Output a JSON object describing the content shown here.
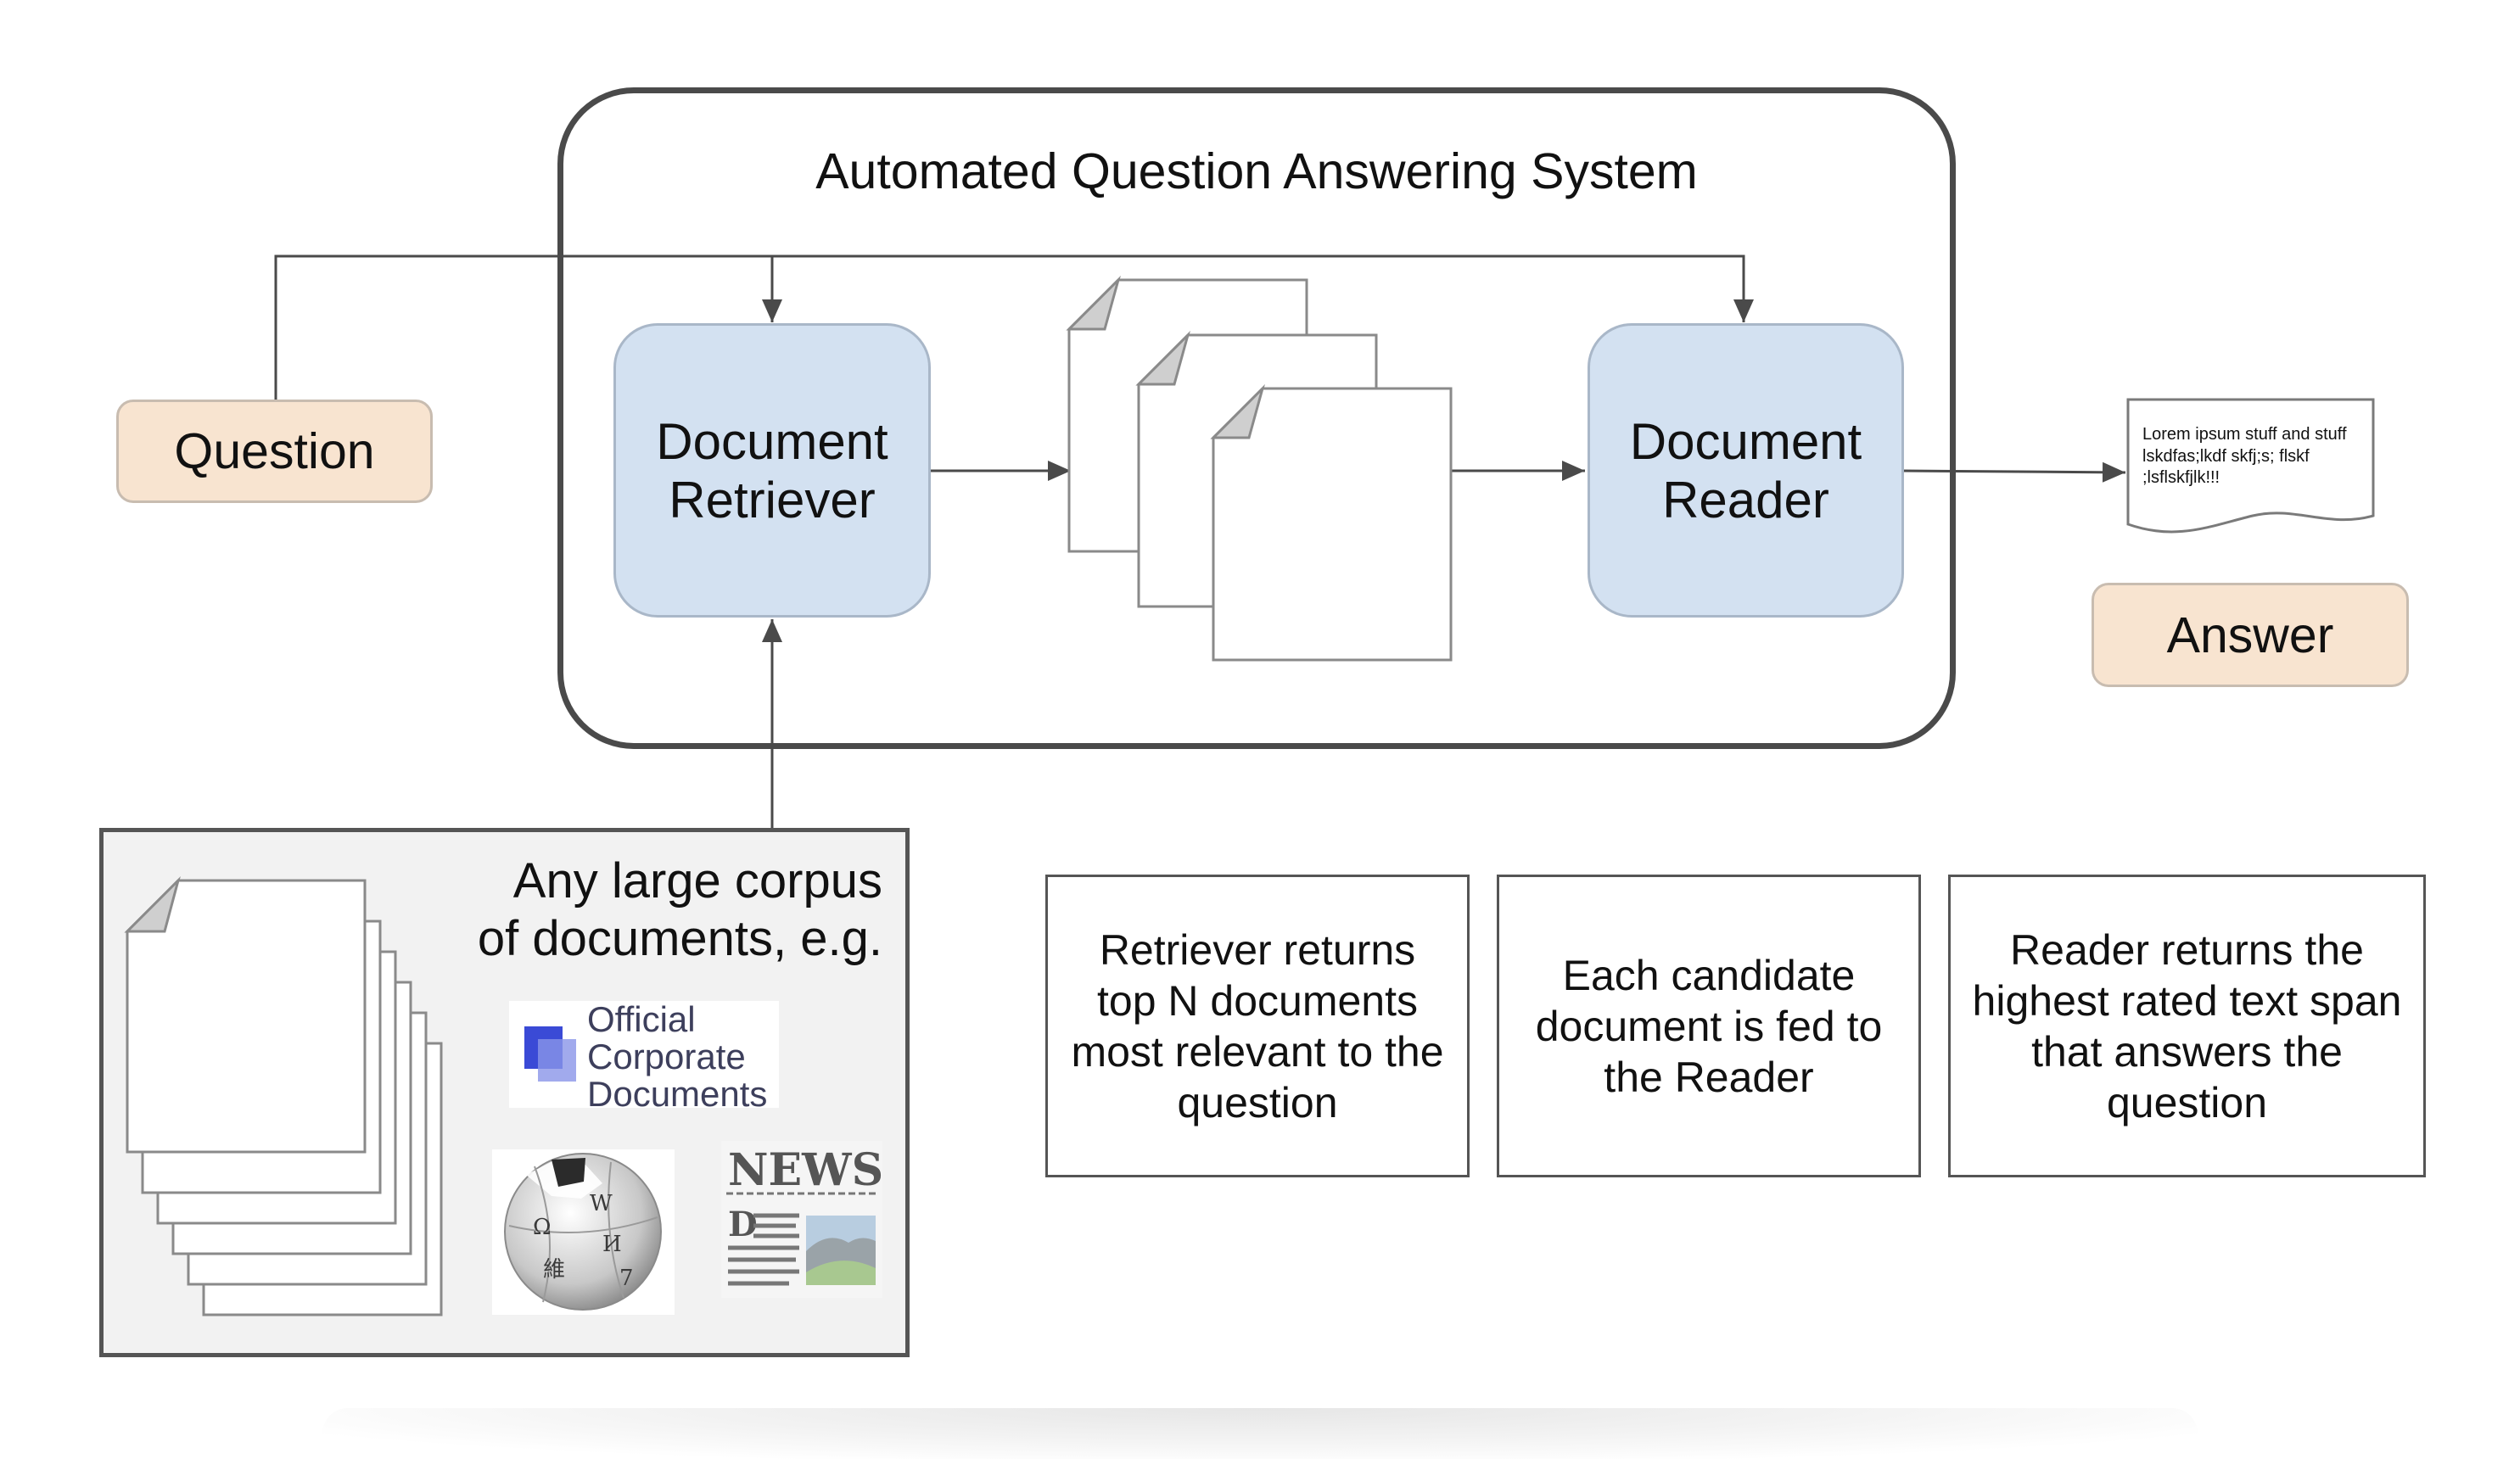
{
  "diagram": {
    "system_title": "Automated Question Answering System",
    "question_label": "Question",
    "answer_label": "Answer",
    "retriever_line1": "Document",
    "retriever_line2": "Retriever",
    "reader_line1": "Document",
    "reader_line2": "Reader",
    "answer_doc_text": "Lorem ipsum stuff and stuff lskdfas;lkdf skfj;s; flskf ;lsflskfjlk!!!",
    "corpus_title_line1": "Any large corpus",
    "corpus_title_line2": "of documents, e.g.",
    "official_line1": "Official",
    "official_line2": "Corporate",
    "official_line3": "Documents",
    "news_label": "NEWS",
    "descriptions": [
      "Retriever returns top N documents most relevant to the question",
      "Each candidate document is fed to the Reader",
      "Reader returns the highest rated text span that answers the question"
    ]
  },
  "colors": {
    "blue_box": "#d3e1f1",
    "peach_box": "#f8e4d0",
    "frame": "#4a4a4a",
    "corpus_panel": "#f2f2f2",
    "official_logo": "#3a4ad6"
  }
}
